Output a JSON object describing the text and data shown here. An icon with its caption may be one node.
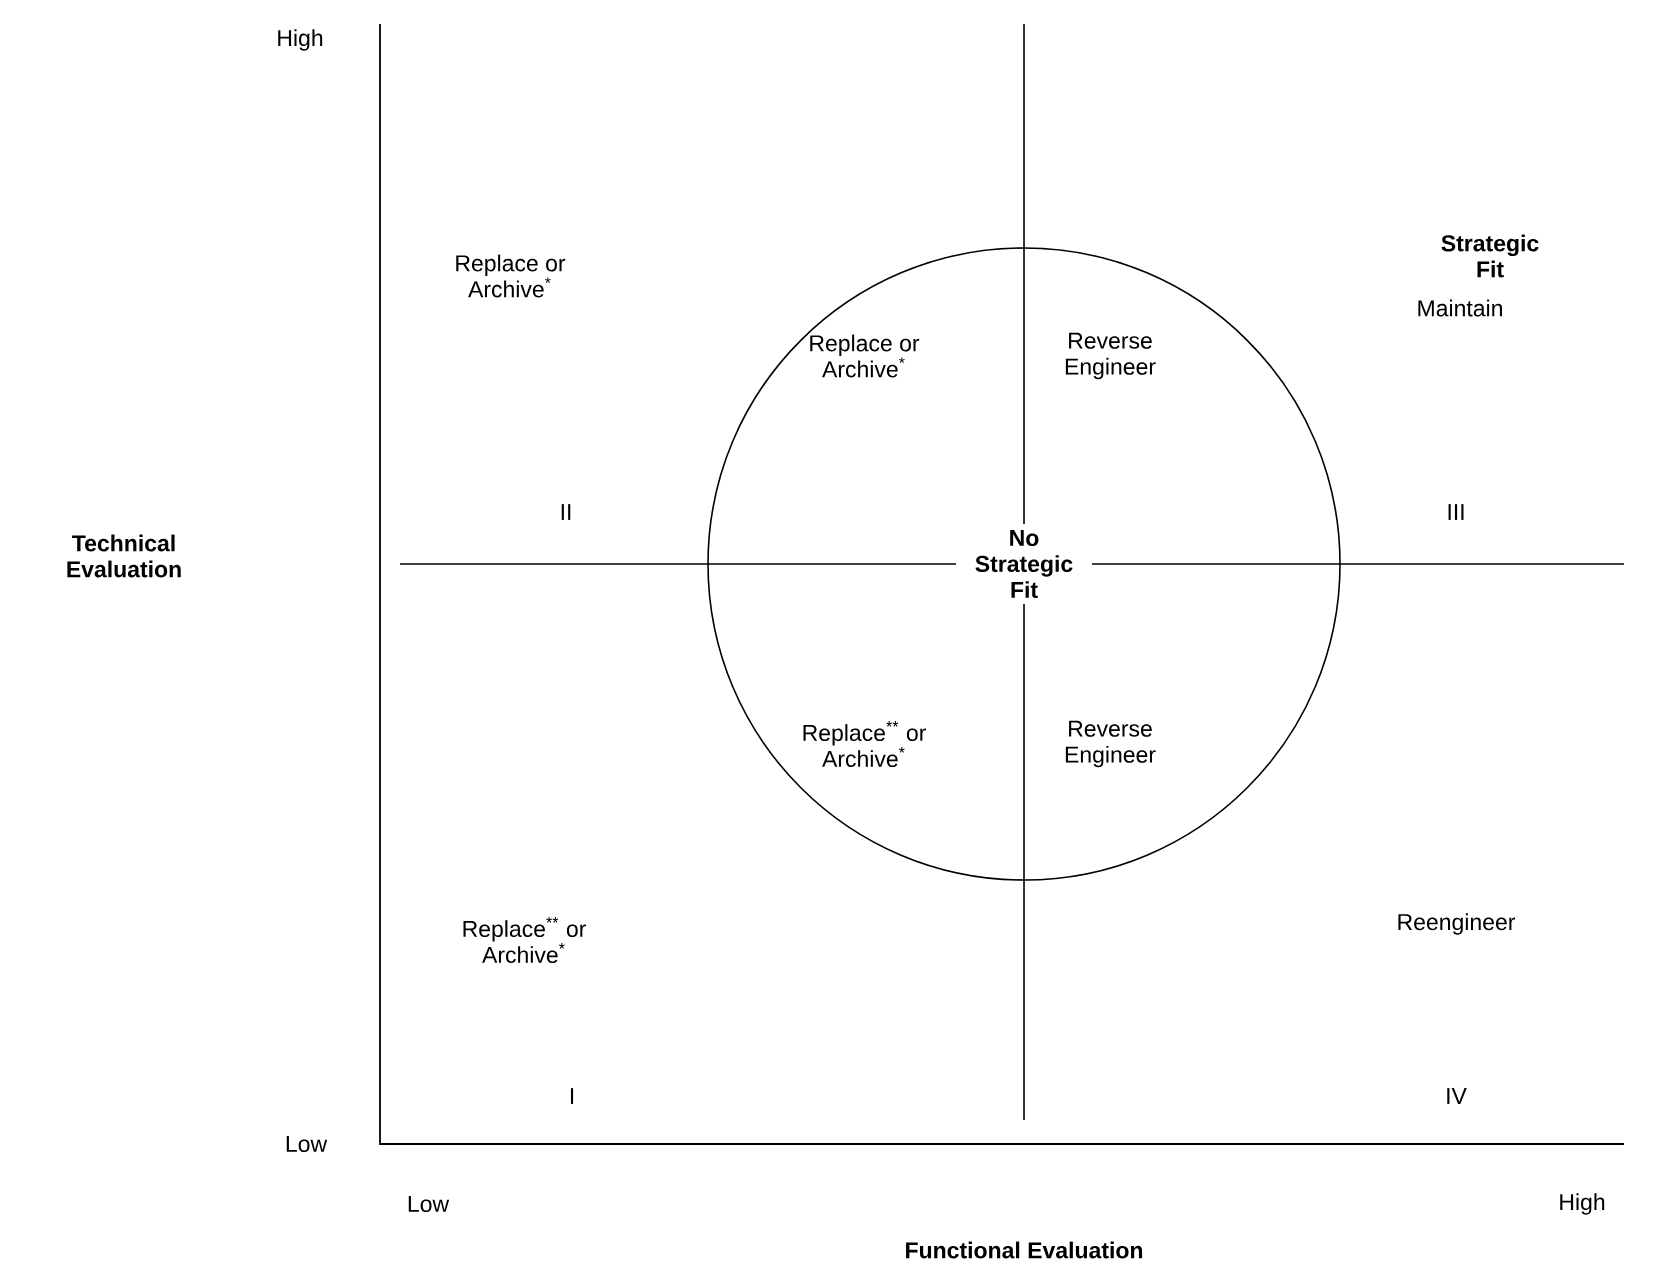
{
  "diagram": {
    "nodes": [
      {
        "text": [
          "No Strategic Fit"
        ]
      }
    ],
    "labels": [
      "High",
      "Strategic Fit",
      "Replace or Archive$^{*}$",
      "Maintain",
      "Replace or Archive$^{*}$",
      "Reverse Engineer",
      "Technical Evaluation",
      "II",
      "III",
      "Replace$^{**}$ or Archive$^{*}$",
      "Reverse Engineer",
      "Replace$^{**}$ or Archive$^{*}$",
      "Reengineer",
      "I",
      "IV",
      "Low",
      "Low",
      "High",
      "Functional Evaluation"
    ]
  }
}
